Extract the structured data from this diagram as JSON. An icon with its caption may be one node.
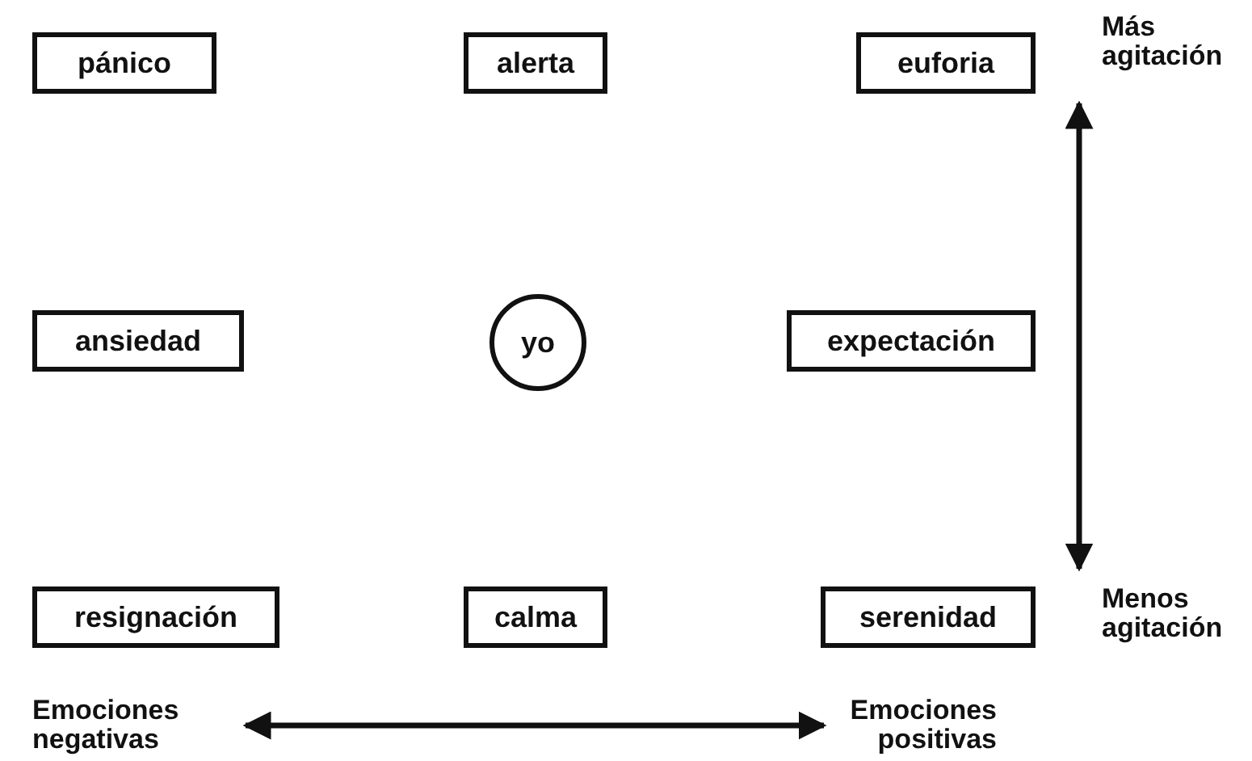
{
  "diagram": {
    "nodes": [
      {
        "text": [
          "pánico"
        ]
      },
      {
        "text": [
          "alerta"
        ]
      },
      {
        "text": [
          "euforia"
        ]
      },
      {
        "text": [
          "ansiedad"
        ]
      },
      {
        "text": [
          "yo"
        ]
      },
      {
        "text": [
          "expectación"
        ]
      },
      {
        "text": [
          "resignación"
        ]
      },
      {
        "text": [
          "calma"
        ]
      },
      {
        "text": [
          "serenidad"
        ]
      }
    ],
    "edges": [],
    "labels": [
      "Más agitación",
      "Menos agitación",
      "Emociones negativas",
      "Emociones positivas"
    ]
  }
}
